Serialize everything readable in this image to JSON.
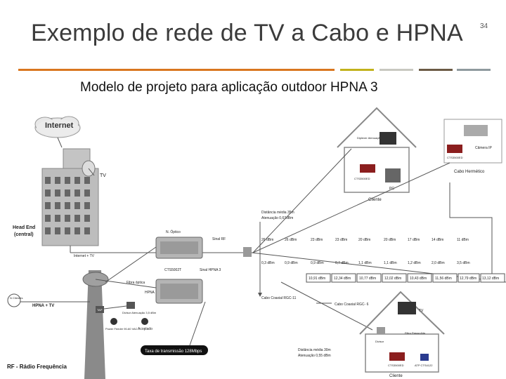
{
  "slide": {
    "title": "Exemplo de rede de TV a Cabo e HPNA",
    "page_number": "34",
    "subtitle": "Modelo de projeto para aplicação outdoor HPNA 3",
    "rule_colors": [
      "#d9761f",
      "#c2b21c",
      "#c8c8c0",
      "#6b5a45",
      "#8f9a9e"
    ]
  },
  "diagram": {
    "internet": "Internet",
    "tv": "TV",
    "head_end": "Head End",
    "central": "(central)",
    "internet_tv": "Internet + TV",
    "n_optico": "N. Óptico",
    "sinal_rf": "Sinal RF",
    "cts_1": "CTS5002T",
    "fibra_optica": "Fibra óptica",
    "cts_2": "HPNA",
    "sinal_hpna": "Sinal HPNA 3",
    "n_clientes": "N Clientes",
    "hpna_tv": "HPNA + TV",
    "tap": "TAP",
    "divisor_label": "Divisor Atenuação 3,5 dBm",
    "power_feeder": "Power Feeder 90-60 VAC",
    "acoplado": "Acoplado",
    "taxa": "Taxa de transmissão 128Mbps",
    "rf_legend": "RF - Rádio Frequência",
    "dist_top": "Distância média 35m",
    "aten_top": "Atenuação 0,67dBm",
    "dist_bottom": "Distância média 30m",
    "aten_bottom": "Atenuação 0,55 dBm",
    "diplexer": "Diplexer Atenuação 0,5dBm",
    "cliente_top": "Cliente",
    "cliente_bottom": "Cliente",
    "cts_pc_top": "CTS3500ED",
    "pc": "PC",
    "camera_ip": "Câmera IP",
    "cts_camera": "CTS3500ED",
    "cabo_hermetico": "Cabo Hermético",
    "cabo_rgc11": "Cabo Coaxial RGC-11",
    "cabo_rgc6": "Cabo Coaxial RGC- 6",
    "filtro": "Filtro Passa Alta",
    "divisor_small": "Divisor",
    "cts_bottom": "CTS3500ED",
    "atp": "ATP CTS4122",
    "tv_small": "TV"
  },
  "levels": {
    "rf_in": [
      "26 dBm",
      "26 dBm",
      "23 dBm",
      "23 dBm",
      "20 dBm",
      "20 dBm",
      "17 dBm",
      "14 dBm",
      "11 dBm"
    ],
    "hpna_in": [
      "0,3 dBm",
      "0,9 dBm",
      "0,9 dBm",
      "0,7 dBm",
      "1,1 dBm",
      "1,1 dBm",
      "1,2 dBm",
      "2,0 dBm",
      "3,5 dBm"
    ],
    "out": [
      "10,91 dBm",
      "12,34 dBm",
      "10,77 dBm",
      "12,02 dBm",
      "10,43 dBm",
      "11,56 dBm",
      "12,79 dBm",
      "13,12 dBm"
    ]
  }
}
